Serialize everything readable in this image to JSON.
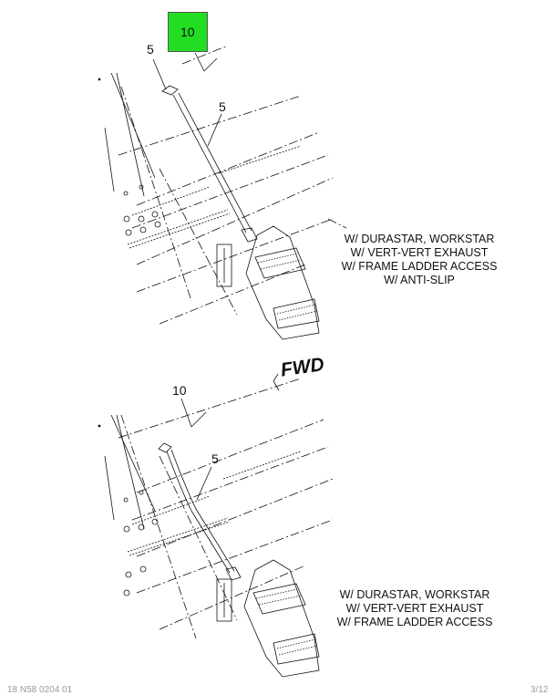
{
  "callouts": {
    "top_highlighted": "10",
    "top_left": "5",
    "top_mid": "5",
    "bottom_10": "10",
    "bottom_5": "5"
  },
  "fwd_label": "FWD",
  "notes": {
    "top": [
      "W/ DURASTAR, WORKSTAR",
      "W/ VERT-VERT EXHAUST",
      "W/ FRAME LADDER ACCESS",
      "W/ ANTI-SLIP"
    ],
    "bottom": [
      "W/ DURASTAR, WORKSTAR",
      "W/ VERT-VERT EXHAUST",
      "W/ FRAME LADDER ACCESS"
    ]
  },
  "footer": {
    "left": "18 N58 0204 01",
    "right": "3/12"
  },
  "colors": {
    "highlight": "#22dd22",
    "line": "#111111"
  }
}
